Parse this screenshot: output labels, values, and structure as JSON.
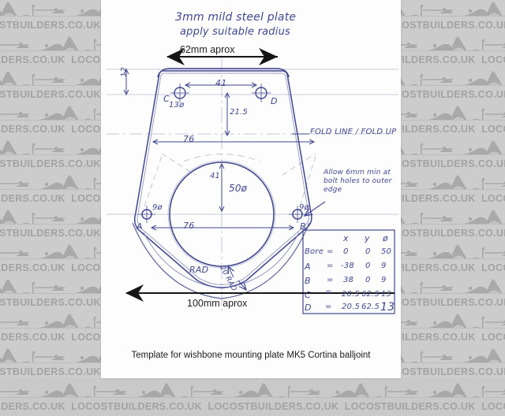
{
  "document": {
    "kind": "scanned-hand-drawn-technical-template",
    "caption": "Template for wishbone mounting plate MK5 Cortina balljoint"
  },
  "watermark": {
    "text": "LOCOSTBUILDERS.CO.UK",
    "logo_name": "locostbuilders-car-logo",
    "color": "#a3a3a3",
    "background": "#cccccc"
  },
  "paper": {
    "color": "#fdfdfd"
  },
  "notes": {
    "material": "3mm mild steel plate",
    "radius_note": "apply suitable radius",
    "fold_line": "FOLD LINE / FOLD UP",
    "edge_clearance": "Allow 6mm min at bolt holes to outer edge"
  },
  "printed_dimensions": {
    "width_top": "62mm aprox",
    "width_bottom": "100mm aprox"
  },
  "hand_dimensions": {
    "top_edge_offset": "12",
    "top_holes_spacing": "41",
    "c_vertical": "21.5",
    "upper_width": "76",
    "lower_width": "76",
    "circle_to_holes": "41",
    "centre_bore": "50ø",
    "hole_a_dia": "9ø",
    "hole_b_dia": "9ø",
    "hole_c_dia": "13ø",
    "radius_label": "RAD",
    "radius_bottom": "20 RAD"
  },
  "hole_labels": {
    "a": "A",
    "b": "B",
    "c": "C",
    "d": "D"
  },
  "coord_table": {
    "headers": [
      "",
      "",
      "x",
      "y",
      "ø"
    ],
    "rows": [
      {
        "label": "Bore",
        "eq": "=",
        "x": "0",
        "y": "0",
        "dia": "50"
      },
      {
        "label": "A",
        "eq": "=",
        "x": "-38",
        "y": "0",
        "dia": "9"
      },
      {
        "label": "B",
        "eq": "=",
        "x": "38",
        "y": "0",
        "dia": "9"
      },
      {
        "label": "C",
        "eq": "=",
        "x": "20.5",
        "y": "62.5",
        "dia": "13"
      },
      {
        "label": "D",
        "eq": "=",
        "x": "20.5",
        "y": "62.5",
        "dia": "13"
      }
    ]
  },
  "colors": {
    "ink": "#41478f",
    "pencil": "#9aa0c4",
    "print": "#1f1f1f"
  }
}
